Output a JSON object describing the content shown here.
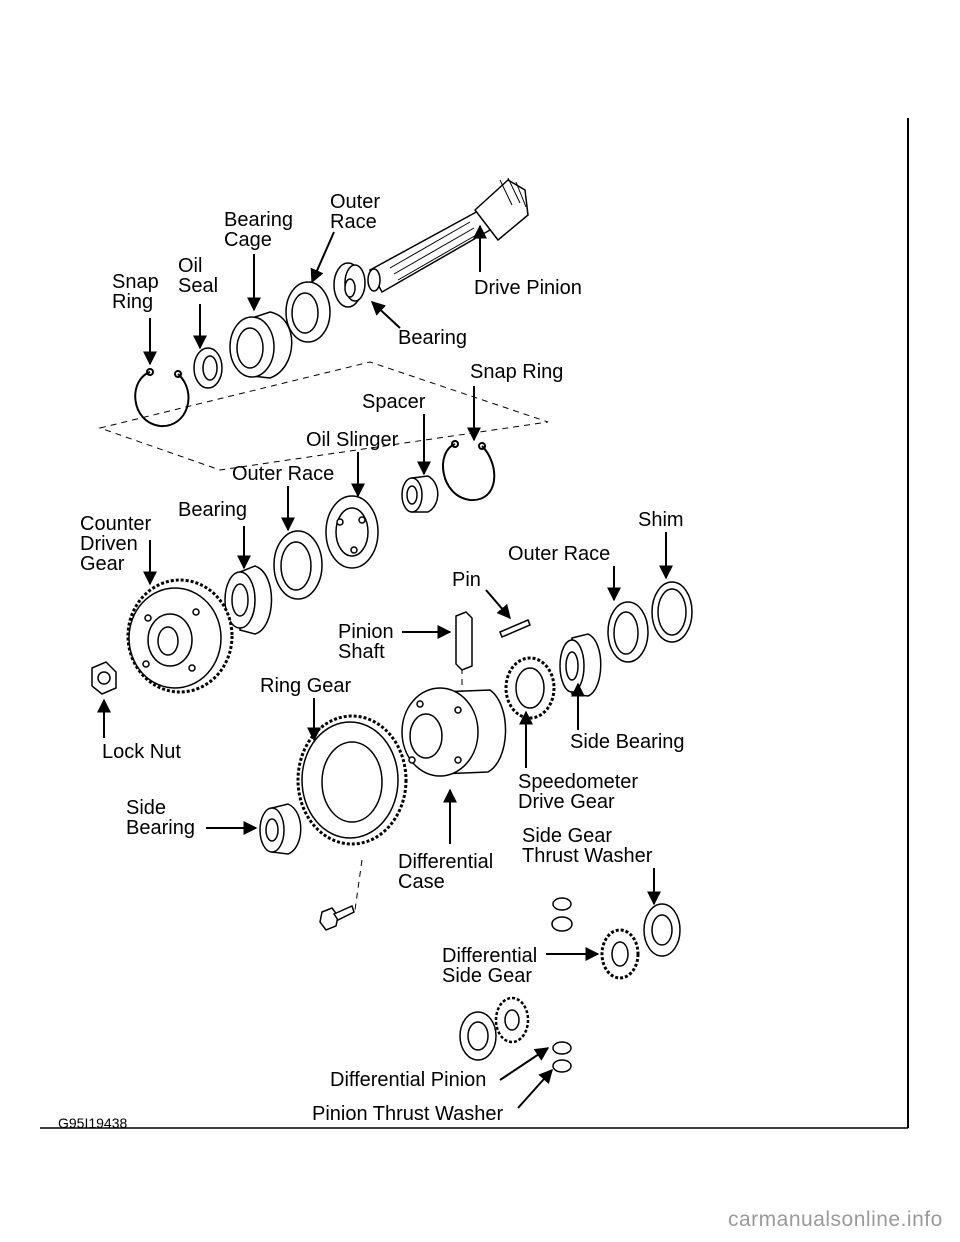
{
  "labels": {
    "outer_race_top": "Outer\nRace",
    "bearing_cage": "Bearing\nCage",
    "oil_seal": "Oil\nSeal",
    "snap_ring_left": "Snap\nRing",
    "drive_pinion": "Drive Pinion",
    "bearing_top": "Bearing",
    "snap_ring_right": "Snap Ring",
    "spacer": "Spacer",
    "oil_slinger": "Oil Slinger",
    "outer_race_mid": "Outer Race",
    "bearing_mid": "Bearing",
    "counter_driven_gear": "Counter\nDriven\nGear",
    "shim": "Shim",
    "outer_race_right": "Outer Race",
    "pin": "Pin",
    "pinion_shaft": "Pinion\nShaft",
    "ring_gear": "Ring Gear",
    "lock_nut": "Lock Nut",
    "side_bearing_right": "Side Bearing",
    "speedometer_drive_gear": "Speedometer\nDrive Gear",
    "side_bearing_left": "Side\nBearing",
    "differential_case": "Differential\nCase",
    "side_gear_thrust_washer": "Side Gear\nThrust Washer",
    "differential_side_gear": "Differential\nSide Gear",
    "differential_pinion": "Differential Pinion",
    "pinion_thrust_washer": "Pinion Thrust Washer"
  },
  "figure_id": "G95I19438",
  "watermark": "carmanualsonline.info"
}
